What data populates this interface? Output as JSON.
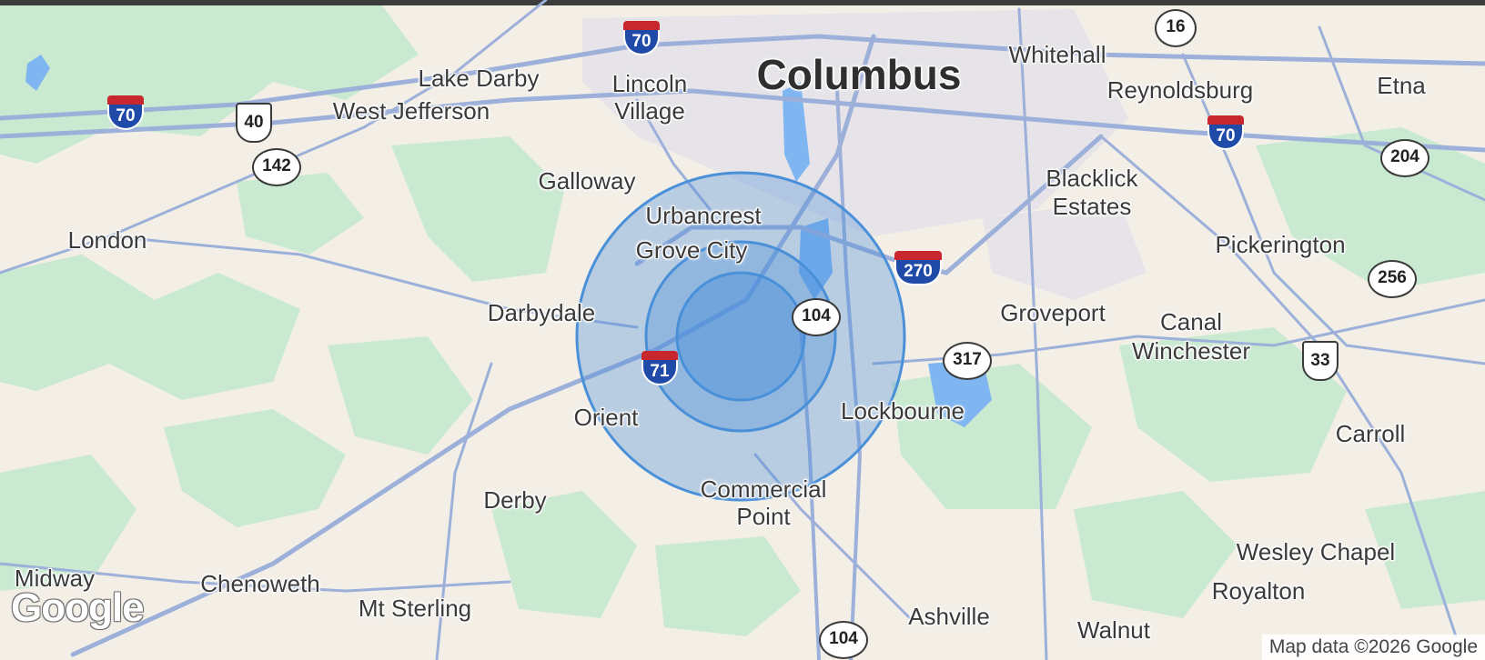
{
  "map": {
    "provider_logo": "Google",
    "attribution": "Map data ©2026 Google",
    "colors": {
      "land": "#f3efe7",
      "vegetation": "#c9ead0",
      "water": "#7fb6f2",
      "road": "#9db0da",
      "radius_fill": "#4a90d9"
    },
    "radius_rings": {
      "count": 3,
      "note_shape": "concentric-circles"
    },
    "places": [
      {
        "name": "Columbus",
        "major": true
      },
      {
        "name": "Whitehall"
      },
      {
        "name": "Reynoldsburg"
      },
      {
        "name": "Etna"
      },
      {
        "name": "Lake Darby"
      },
      {
        "name": "Lincoln"
      },
      {
        "name": "Village"
      },
      {
        "name": "West Jefferson"
      },
      {
        "name": "Galloway"
      },
      {
        "name": "Blacklick"
      },
      {
        "name": "Estates"
      },
      {
        "name": "London"
      },
      {
        "name": "Urbancrest"
      },
      {
        "name": "Grove City"
      },
      {
        "name": "Pickerington"
      },
      {
        "name": "Darbydale"
      },
      {
        "name": "Groveport"
      },
      {
        "name": "Canal"
      },
      {
        "name": "Winchester"
      },
      {
        "name": "Orient"
      },
      {
        "name": "Lockbourne"
      },
      {
        "name": "Carroll"
      },
      {
        "name": "Derby"
      },
      {
        "name": "Commercial"
      },
      {
        "name": "Point"
      },
      {
        "name": "Wesley Chapel"
      },
      {
        "name": "Midway"
      },
      {
        "name": "Chenoweth"
      },
      {
        "name": "Mt Sterling"
      },
      {
        "name": "Royalton"
      },
      {
        "name": "Ashville"
      },
      {
        "name": "Walnut"
      }
    ],
    "shields": [
      {
        "type": "interstate",
        "num": "70"
      },
      {
        "type": "interstate",
        "num": "70"
      },
      {
        "type": "interstate",
        "num": "70"
      },
      {
        "type": "interstate",
        "num": "270"
      },
      {
        "type": "interstate",
        "num": "71"
      },
      {
        "type": "us",
        "num": "40"
      },
      {
        "type": "us",
        "num": "33"
      },
      {
        "type": "state",
        "num": "16"
      },
      {
        "type": "state",
        "num": "142"
      },
      {
        "type": "state",
        "num": "204"
      },
      {
        "type": "state",
        "num": "256"
      },
      {
        "type": "state",
        "num": "104"
      },
      {
        "type": "state",
        "num": "317"
      },
      {
        "type": "state",
        "num": "104"
      }
    ]
  }
}
